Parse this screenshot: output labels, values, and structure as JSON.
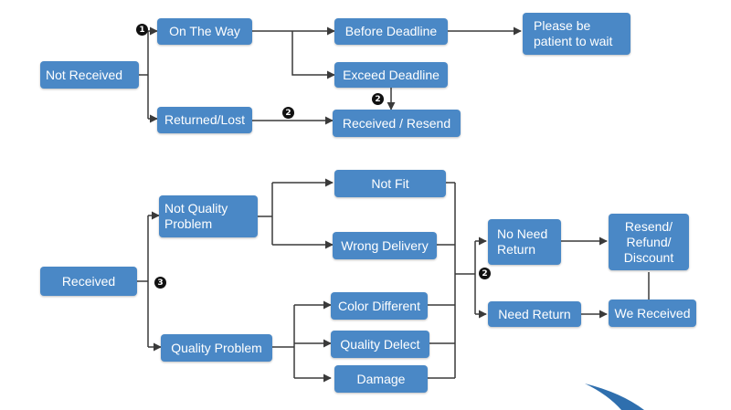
{
  "nodes": {
    "not_received": "Not   Received",
    "on_the_way": "On The Way",
    "returned_lost": "Returned/Lost",
    "before_deadline": "Before Deadline",
    "exceed_deadline": "Exceed Deadline",
    "received_resend": "Received / Resend",
    "please_wait": "Please be\npatient to wait",
    "received": "Received",
    "not_quality_problem": "Not  Quality\nProblem",
    "quality_problem": "Quality Problem",
    "not_fit": "Not Fit",
    "wrong_delivery": "Wrong Delivery",
    "color_different": "Color Different",
    "quality_defect": "Quality Delect",
    "damage": "Damage",
    "no_need_return": "No Need\nReturn",
    "need_return": "Need Return",
    "resend_refund_discount": "Resend/\nRefund/\nDiscount",
    "we_received": "We Received"
  },
  "badges": {
    "b1": "1",
    "b2_top": "2",
    "b2_mid": "2",
    "b3": "3",
    "b2_low": "2"
  },
  "colors": {
    "box_fill": "#4a88c6",
    "box_text": "#ffffff",
    "connector": "#3a3a3a",
    "accent": "#2f6fae"
  }
}
